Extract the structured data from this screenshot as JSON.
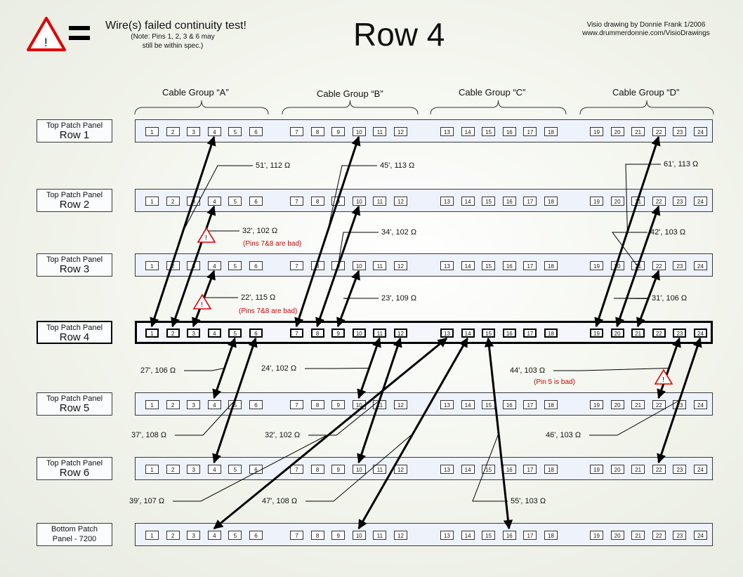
{
  "title": "Row 4",
  "warning": {
    "message": "Wire(s) failed continuity test!",
    "note": "(Note: Pins 1, 2, 3 & 6 may still be within spec.)"
  },
  "credit": {
    "line1": "Visio drawing by Donnie Frank 1/2006",
    "line2": "www.drummerdonnie.com/VisioDrawings"
  },
  "cable_groups": [
    "Cable Group “A”",
    "Cable Group “B”",
    "Cable Group “C”",
    "Cable Group “D”"
  ],
  "rows": [
    {
      "line1": "Top Patch Panel",
      "line2": "Row 1"
    },
    {
      "line1": "Top Patch Panel",
      "line2": "Row 2"
    },
    {
      "line1": "Top Patch Panel",
      "line2": "Row 3"
    },
    {
      "line1": "Top Patch Panel",
      "line2": "Row 4"
    },
    {
      "line1": "Top Patch Panel",
      "line2": "Row 5"
    },
    {
      "line1": "Top Patch Panel",
      "line2": "Row 6"
    },
    {
      "line1": "Bottom Patch",
      "line2": "Panel - 7200"
    }
  ],
  "pins": [
    "1",
    "2",
    "3",
    "4",
    "5",
    "6",
    "7",
    "8",
    "9",
    "10",
    "11",
    "12",
    "13",
    "14",
    "15",
    "16",
    "17",
    "18",
    "19",
    "20",
    "21",
    "22",
    "23",
    "24"
  ],
  "cables": [
    {
      "label": "51', 112 Ω",
      "from_pin": 4,
      "from_row": 1,
      "to_pin": 1,
      "to_row": 4
    },
    {
      "label": "45', 113 Ω",
      "from_pin": 10,
      "from_row": 1,
      "to_pin": 7,
      "to_row": 4
    },
    {
      "label": "61', 113 Ω",
      "from_pin": 22,
      "from_row": 1,
      "to_pin": 19,
      "to_row": 4
    },
    {
      "label": "32', 102 Ω",
      "note": "(Pins 7&8 are bad)",
      "failed": true,
      "from_pin": 4,
      "from_row": 2,
      "to_pin": 2,
      "to_row": 4
    },
    {
      "label": "34', 102 Ω",
      "from_pin": 10,
      "from_row": 2,
      "to_pin": 8,
      "to_row": 4
    },
    {
      "label": "42', 103 Ω",
      "from_pin": 22,
      "from_row": 2,
      "to_pin": 20,
      "to_row": 4
    },
    {
      "label": "22', 115 Ω",
      "note": "(Pins 7&8 are bad)",
      "failed": true,
      "from_pin": 4,
      "from_row": 3,
      "to_pin": 3,
      "to_row": 4
    },
    {
      "label": "23', 109 Ω",
      "from_pin": 10,
      "from_row": 3,
      "to_pin": 9,
      "to_row": 4
    },
    {
      "label": "31', 106 Ω",
      "from_pin": 22,
      "from_row": 3,
      "to_pin": 21,
      "to_row": 4
    },
    {
      "label": "27', 106 Ω",
      "from_pin": 5,
      "from_row": 4,
      "to_pin": 4,
      "to_row": 5
    },
    {
      "label": "24', 102 Ω",
      "from_pin": 11,
      "from_row": 4,
      "to_pin": 10,
      "to_row": 5
    },
    {
      "label": "44', 103 Ω",
      "note": "(Pin 5 is bad)",
      "failed": true,
      "from_pin": 23,
      "from_row": 4,
      "to_pin": 22,
      "to_row": 5
    },
    {
      "label": "37', 108 Ω",
      "from_pin": 6,
      "from_row": 4,
      "to_pin": 4,
      "to_row": 6
    },
    {
      "label": "32', 102 Ω",
      "from_pin": 12,
      "from_row": 4,
      "to_pin": 10,
      "to_row": 6
    },
    {
      "label": "46', 103 Ω",
      "from_pin": 24,
      "from_row": 4,
      "to_pin": 22,
      "to_row": 6
    },
    {
      "label": "39', 107 Ω",
      "from_pin": 13,
      "from_row": 4,
      "to_pin": 4,
      "to_row": 7
    },
    {
      "label": "47', 108 Ω",
      "from_pin": 14,
      "from_row": 4,
      "to_pin": 10,
      "to_row": 7
    },
    {
      "label": "55', 103 Ω",
      "from_pin": 15,
      "from_row": 4,
      "to_pin": 16,
      "to_row": 7
    }
  ],
  "warning_icon_glyph": "!",
  "colors": {
    "failure": "#d40000",
    "panel": "#eef2fa"
  }
}
